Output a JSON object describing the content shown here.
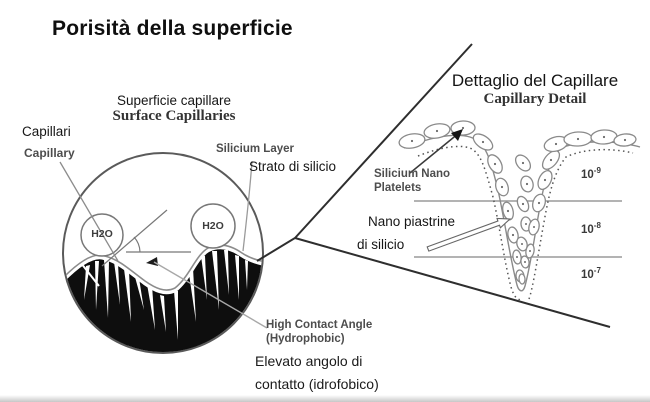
{
  "title": "Porisità della superficie",
  "main_diagram": {
    "surface_label_it": "Superficie capillare",
    "surface_label_en": "Surface Capillaries",
    "capillary_label_it": "Capillari",
    "capillary_label_en": "Capillary",
    "silicium_layer_en": "Silicium Layer",
    "silicium_layer_it": "Strato di silicio",
    "droplet_left_label": "H2O",
    "droplet_right_label": "H2O",
    "contact_angle_en_line1": "High Contact Angle",
    "contact_angle_en_line2": "(Hydrophobic)",
    "contact_angle_it_line1": "Elevato angolo di",
    "contact_angle_it_line2": "contatto (idrofobico)"
  },
  "detail_diagram": {
    "title_it": "Dettaglio del Capillare",
    "title_en": "Capillary Detail",
    "platelets_en_line1": "Silicium Nano",
    "platelets_en_line2": "Platelets",
    "platelets_it_line1": "Nano piastrine",
    "platelets_it_line2": "di silicio",
    "scale_markers": [
      {
        "base": "10",
        "exp": "-9"
      },
      {
        "base": "10",
        "exp": "-8"
      },
      {
        "base": "10",
        "exp": "-7"
      }
    ]
  }
}
